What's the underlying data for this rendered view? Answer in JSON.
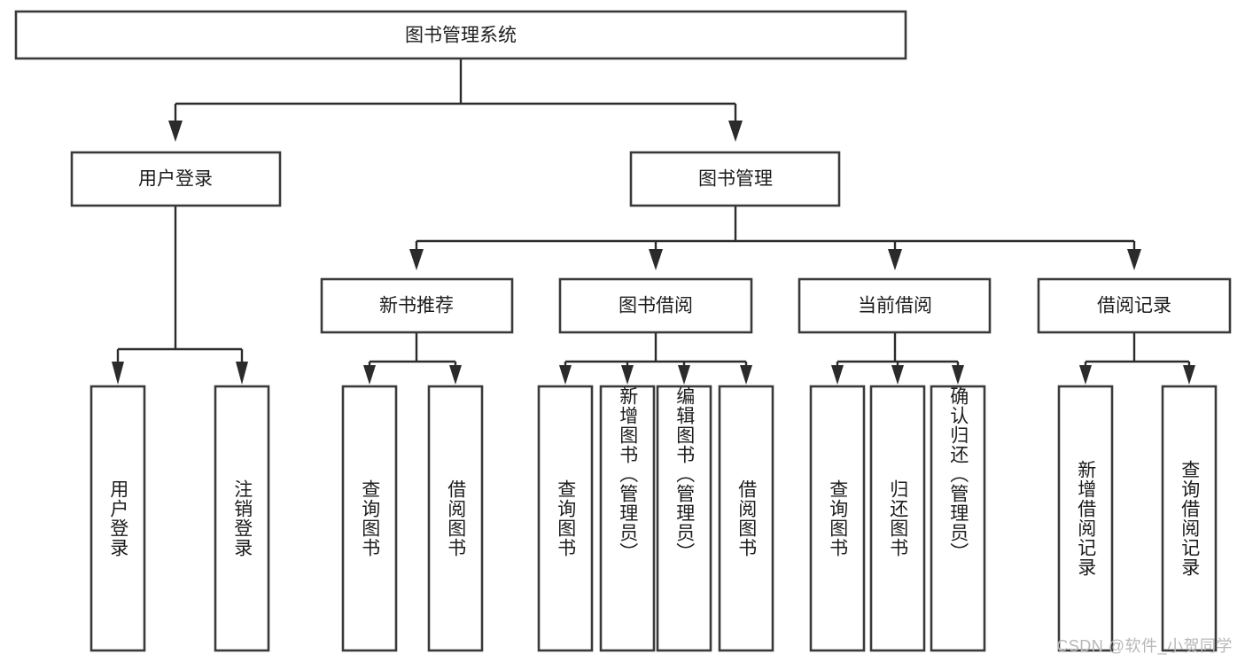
{
  "diagram": {
    "title": "图书管理系统",
    "type": "tree-hierarchy",
    "watermark": "CSDN @软件_小贺同学",
    "colors": {
      "box_stroke": "#3a3a3a",
      "connector": "#2b2b2b",
      "background": "#ffffff",
      "text": "#1c1c1c",
      "watermark": "#b8b8b8"
    },
    "root": {
      "label": "图书管理系统"
    },
    "level2": [
      {
        "label": "用户登录"
      },
      {
        "label": "图书管理"
      }
    ],
    "level3": [
      {
        "label": "新书推荐"
      },
      {
        "label": "图书借阅"
      },
      {
        "label": "当前借阅"
      },
      {
        "label": "借阅记录"
      }
    ],
    "leaves": {
      "user_login": [
        {
          "label": "用户登录"
        },
        {
          "label": "注销登录"
        }
      ],
      "new_book_recommend": [
        {
          "label": "查询图书"
        },
        {
          "label": "借阅图书"
        }
      ],
      "book_borrow": [
        {
          "label": "查询图书"
        },
        {
          "label": "新增图书（管理员）"
        },
        {
          "label": "编辑图书（管理员）"
        },
        {
          "label": "借阅图书"
        }
      ],
      "current_borrow": [
        {
          "label": "查询图书"
        },
        {
          "label": "归还图书"
        },
        {
          "label": "确认归还（管理员）"
        }
      ],
      "borrow_record": [
        {
          "label": "新增借阅记录"
        },
        {
          "label": "查询借阅记录"
        }
      ]
    }
  }
}
